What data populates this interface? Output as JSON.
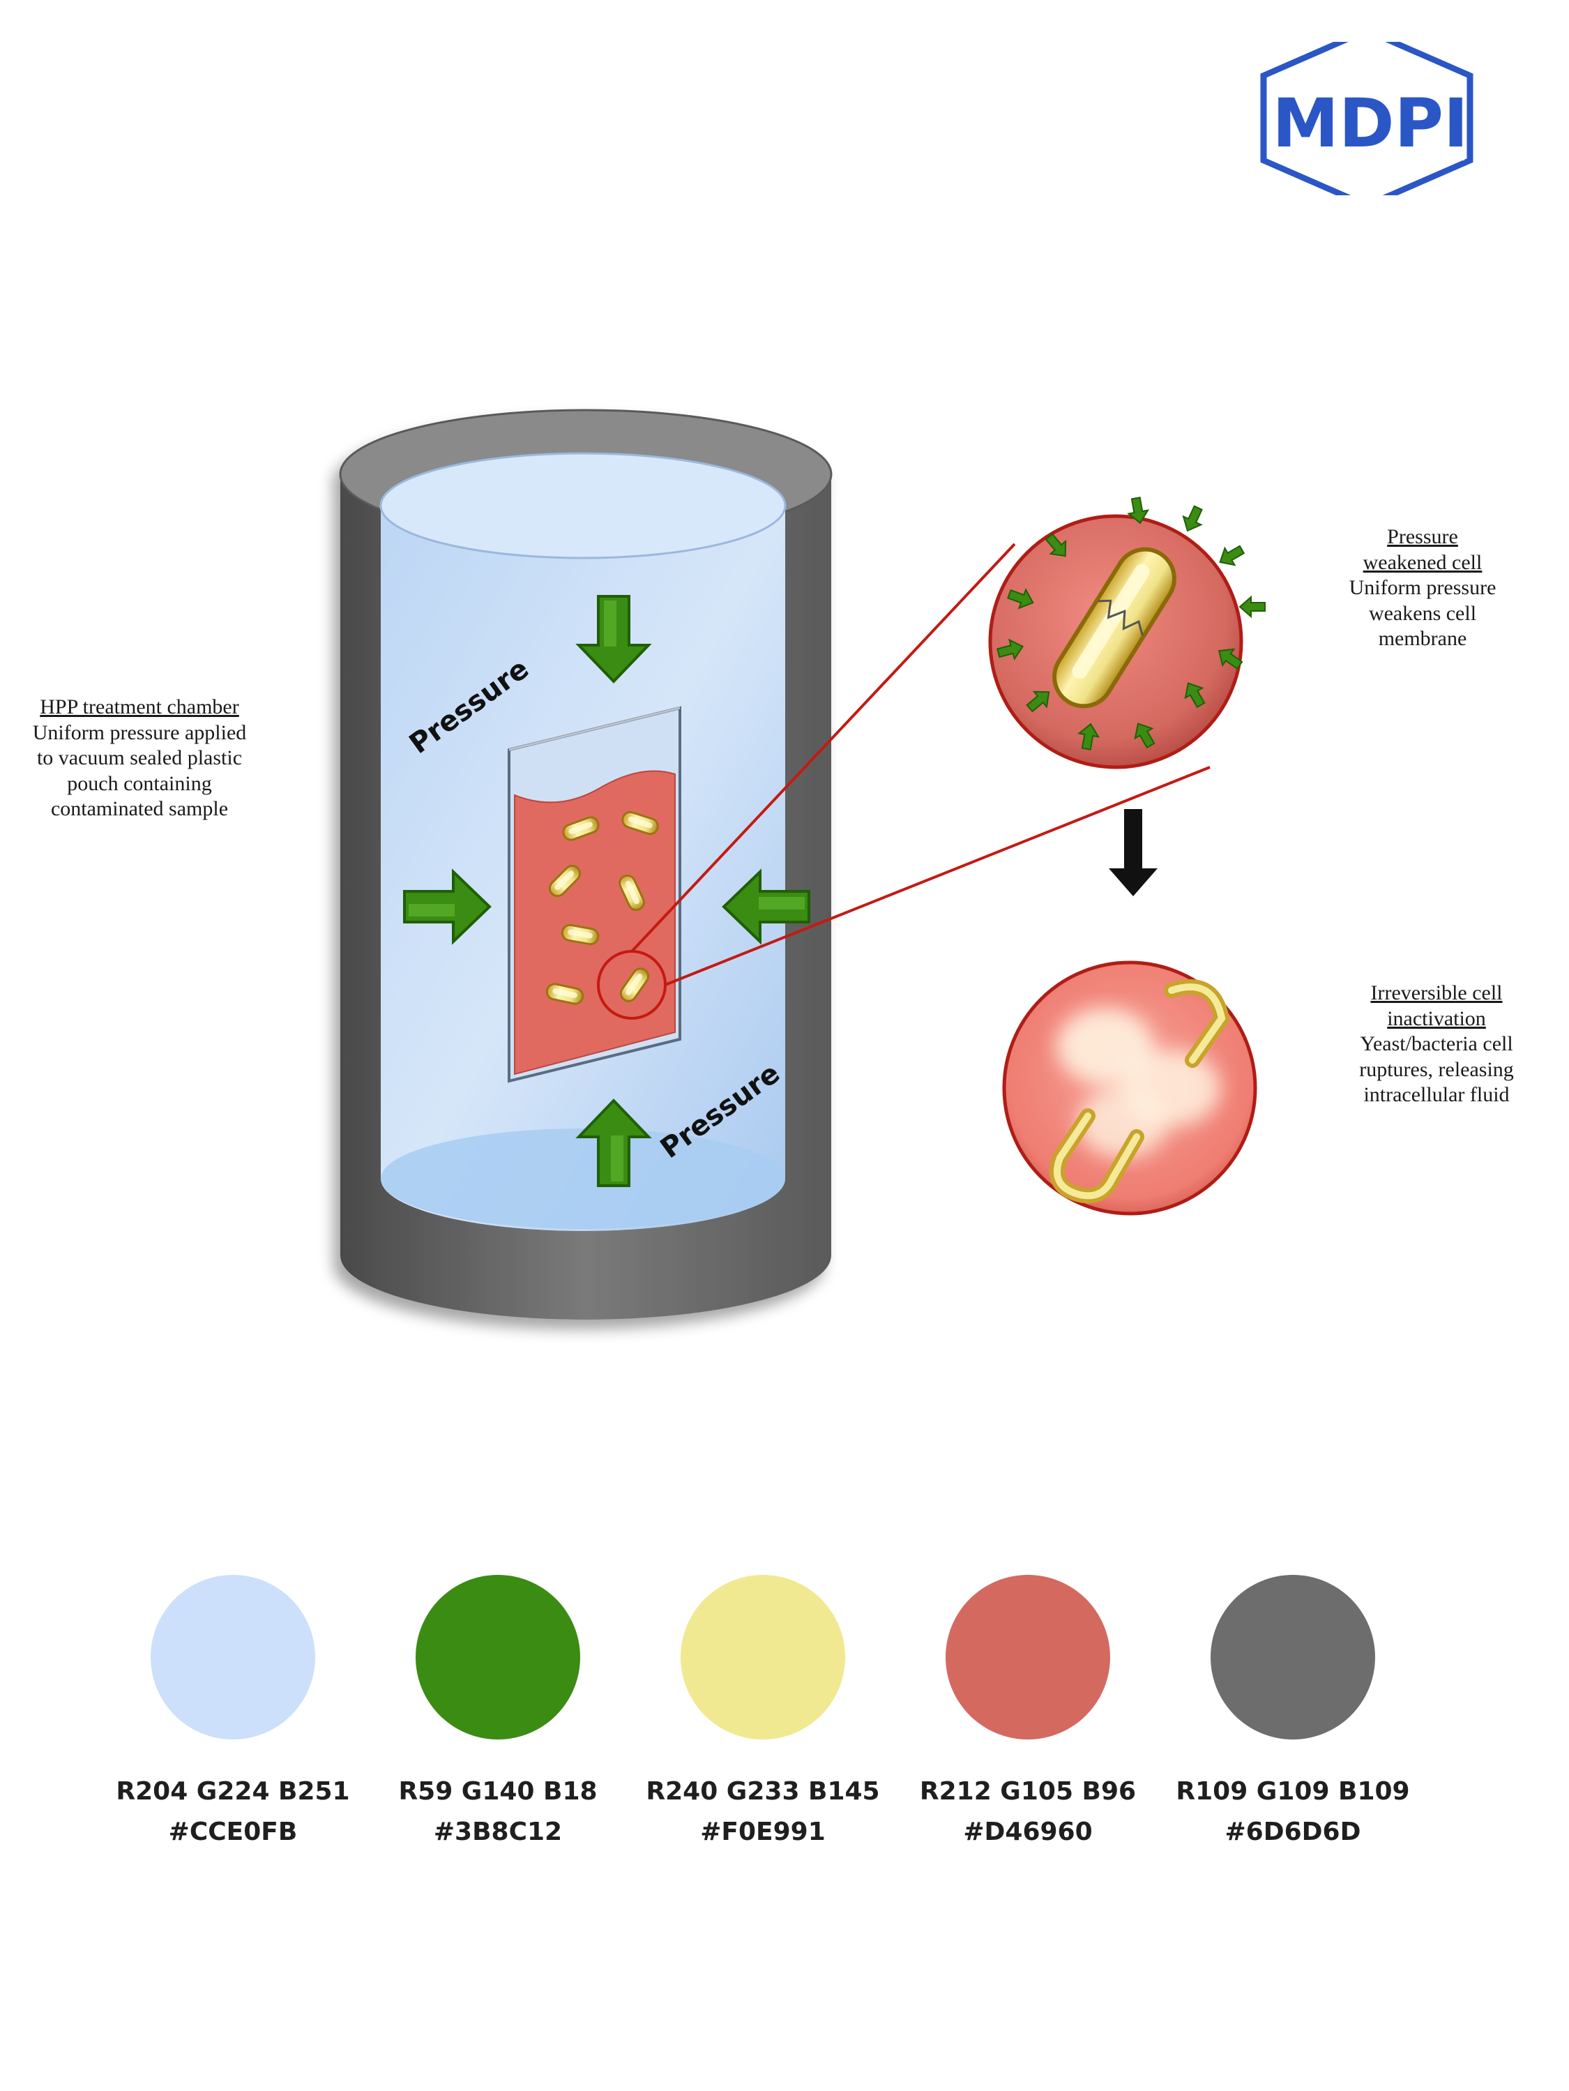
{
  "logo": {
    "text": "MDPI",
    "color": "#2a56c6"
  },
  "diagram": {
    "pressure_label_top": "Pressure",
    "pressure_label_bottom": "Pressure",
    "chamber": {
      "title": "HPP treatment chamber",
      "lines": [
        "Uniform pressure applied",
        "to vacuum sealed plastic",
        "pouch containing",
        "contaminated sample"
      ]
    },
    "weakened": {
      "title_lines": [
        "Pressure",
        "weakened cell"
      ],
      "lines": [
        "Uniform pressure",
        "weakens cell",
        "membrane"
      ]
    },
    "inactivation": {
      "title_lines": [
        "Irreversible cell",
        "inactivation"
      ],
      "lines": [
        "Yeast/bacteria cell",
        "ruptures, releasing",
        "intracellular fluid"
      ]
    }
  },
  "palette": [
    {
      "color": "#CCE0FB",
      "rgb": "R204 G224 B251",
      "hex": "#CCE0FB"
    },
    {
      "color": "#3B8C12",
      "rgb": "R59 G140 B18",
      "hex": "#3B8C12"
    },
    {
      "color": "#F0E991",
      "rgb": "R240 G233 B145",
      "hex": "#F0E991"
    },
    {
      "color": "#D46960",
      "rgb": "R212 G105 B96",
      "hex": "#D46960"
    },
    {
      "color": "#6D6D6D",
      "rgb": "R109 G109 B109",
      "hex": "#6D6D6D"
    }
  ]
}
